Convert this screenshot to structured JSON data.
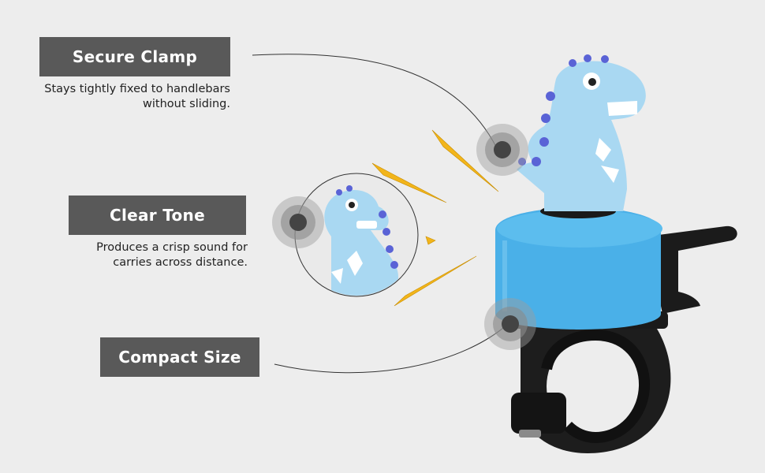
{
  "features": [
    {
      "title": "Secure Clamp",
      "description_lines": [
        "Stays tightly fixed to handlebars",
        "without sliding."
      ]
    },
    {
      "title": "Clear Tone",
      "description_lines": [
        "Produces a crisp sound for",
        "carries across distance."
      ]
    },
    {
      "title": "Compact Size",
      "description_lines": []
    }
  ],
  "colors": {
    "background": "#ededed",
    "label_box": "#595959",
    "label_text": "#ffffff",
    "bell_blue": "#4ab0e8",
    "dino_blue": "#a9d8f2",
    "spikes": "#5a63d6",
    "clamp_black": "#1d1d1d",
    "sound_wave": "#f2b51b"
  },
  "icons": [
    "hotspot-marker-icon",
    "sound-wave-icon"
  ]
}
